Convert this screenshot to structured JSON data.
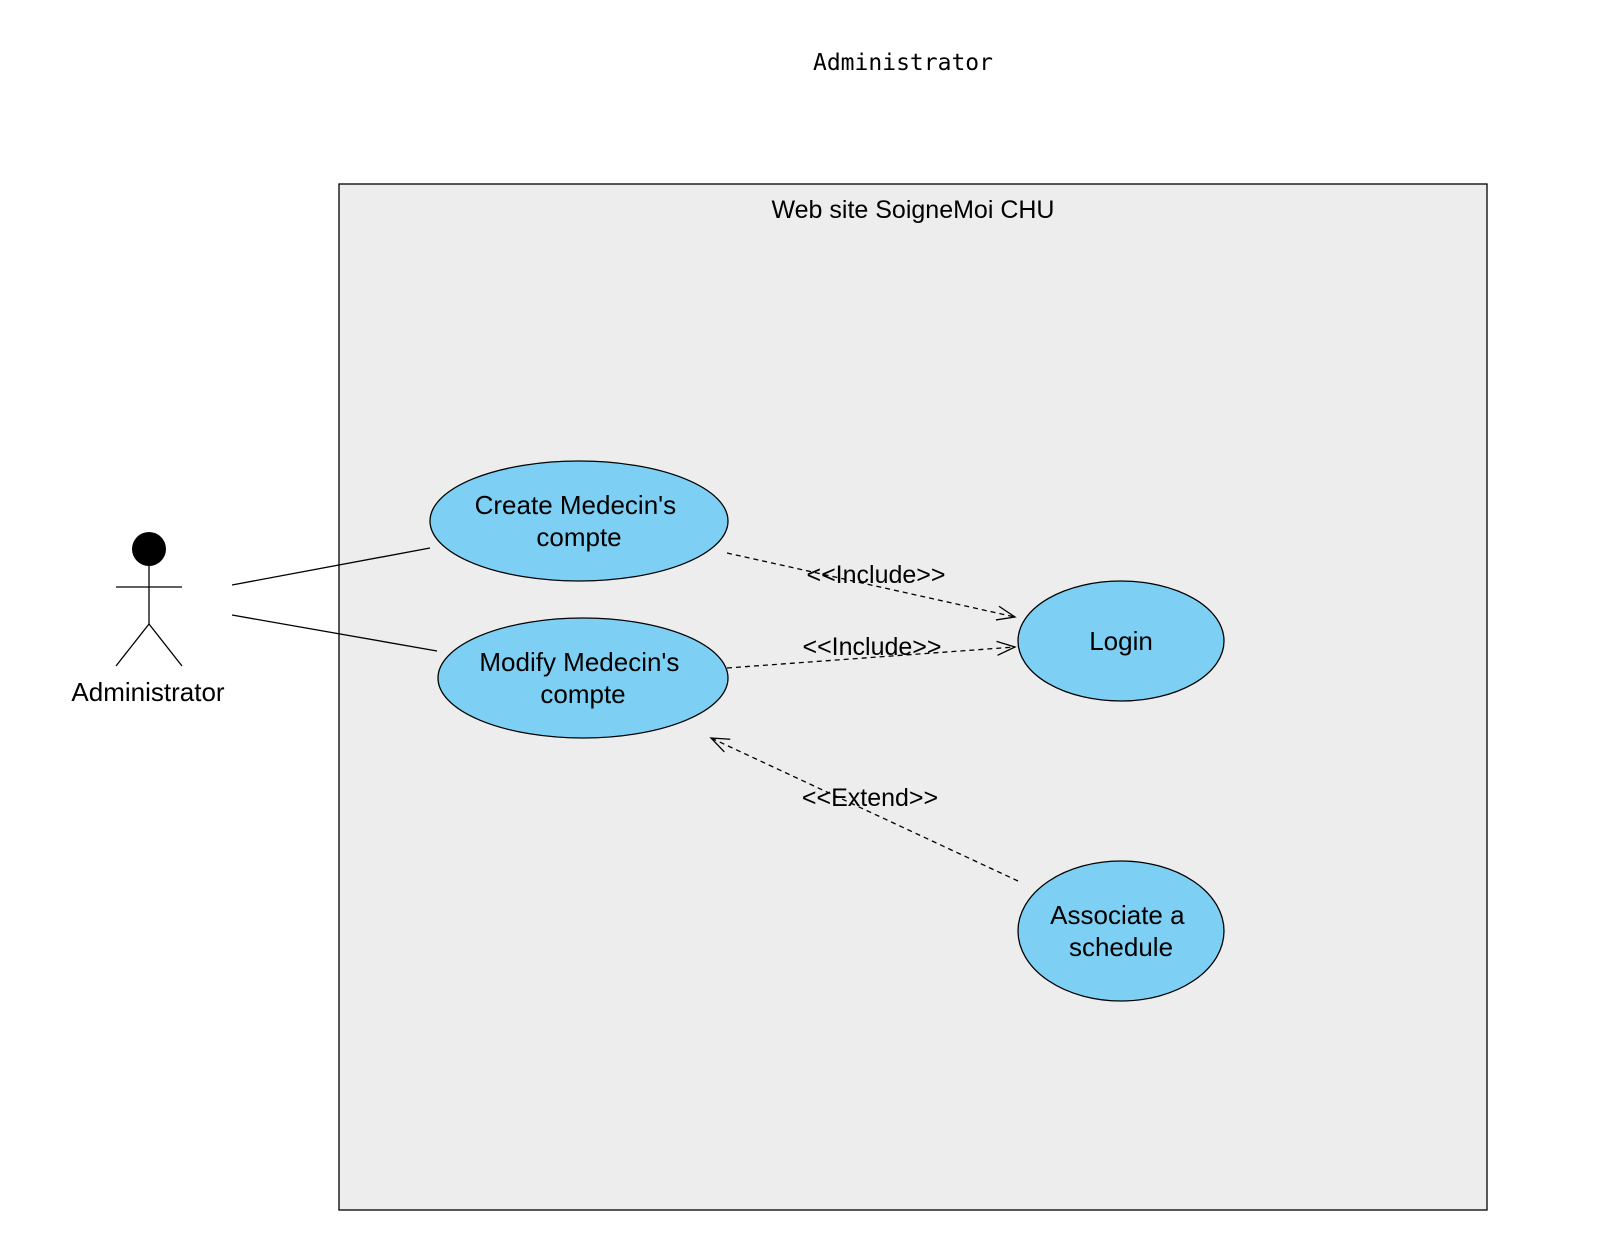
{
  "diagram": {
    "heading": "Administrator",
    "system_boundary": {
      "label": "Web site SoigneMoi CHU"
    },
    "actor": {
      "label": "Administrator"
    },
    "use_cases": {
      "create": {
        "line1": "Create Medecin's",
        "line2": "compte"
      },
      "modify": {
        "line1": "Modify Medecin's",
        "line2": "compte"
      },
      "login": {
        "label": "Login"
      },
      "associate": {
        "line1": "Associate a",
        "line2": "schedule"
      }
    },
    "relations": {
      "include_create_login": "<<Include>>",
      "include_modify_login": "<<Include>>",
      "extend_associate_modify": "<<Extend>>"
    }
  },
  "colors": {
    "use_case_fill": "#7dd0f4",
    "boundary_fill": "#ededed",
    "stroke": "#000000"
  }
}
